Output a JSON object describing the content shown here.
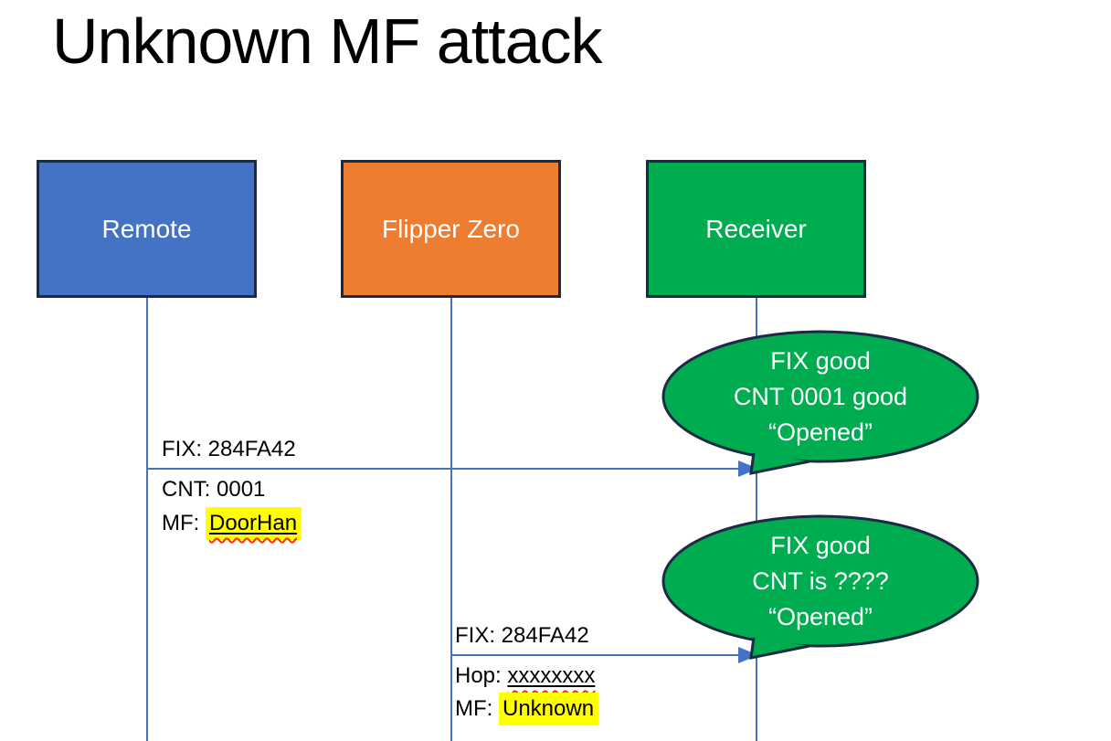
{
  "slide": {
    "title": "Unknown MF attack"
  },
  "actors": [
    {
      "id": "remote",
      "label": "Remote",
      "color": "#4472c4"
    },
    {
      "id": "flipper",
      "label": "Flipper Zero",
      "color": "#ed7d31"
    },
    {
      "id": "receiver",
      "label": "Receiver",
      "color": "#00ac50"
    }
  ],
  "messages": [
    {
      "from": "Remote",
      "to": "Receiver",
      "line1": "FIX: 284FA42",
      "line2": "CNT: 0001",
      "line3_prefix": "MF: ",
      "line3_value": "DoorHan"
    },
    {
      "from": "Flipper Zero",
      "to": "Receiver",
      "line1": "FIX: 284FA42",
      "line2_prefix": "Hop: ",
      "line2_value": "xxxxxxxx",
      "line3_prefix": "MF: ",
      "line3_value": "Unknown"
    }
  ],
  "callouts": [
    {
      "line1": "FIX good",
      "line2": "CNT 0001 good",
      "line3": "“Opened”"
    },
    {
      "line1": "FIX good",
      "line2": "CNT is ????",
      "line3": "“Opened”"
    }
  ],
  "colors": {
    "remote_blue": "#4472c4",
    "flipper_orange": "#ed7d31",
    "receiver_green": "#00ac50",
    "outline_navy": "#1c2b45",
    "connector_blue": "#4472c4",
    "highlight_yellow": "#ffff00",
    "squiggle_red": "#ff2b00",
    "text_black": "#000000",
    "text_white": "#ffffff"
  }
}
